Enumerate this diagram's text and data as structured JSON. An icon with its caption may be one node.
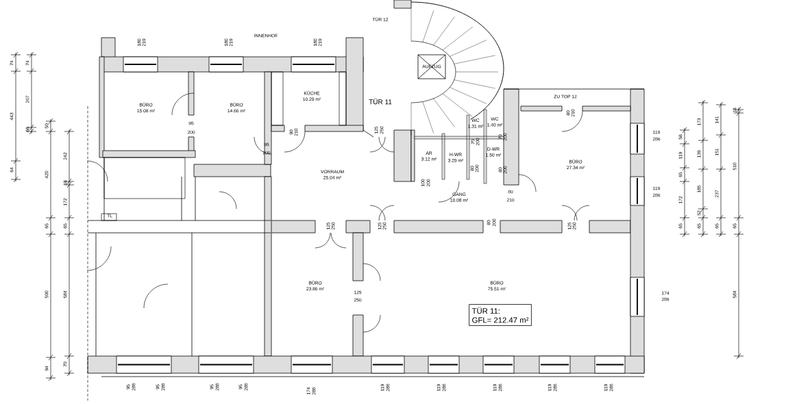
{
  "diagram": {
    "nodes": [
      {
        "text": [
          "BÜRO",
          "15.08 m²"
        ]
      },
      {
        "text": [
          "BÜRO",
          "14.66 m²"
        ]
      },
      {
        "text": [
          "KÜCHE",
          "10.29 m²"
        ]
      },
      {
        "text": [
          "AUFZUG"
        ]
      },
      {
        "text": [
          "VORRAUM",
          "25.04 m²"
        ]
      },
      {
        "text": [
          "AR",
          "3.12 m²"
        ]
      },
      {
        "text": [
          "H-WR",
          "3.29 m²"
        ]
      },
      {
        "text": [
          "WC",
          "1.31 m²"
        ]
      },
      {
        "text": [
          "WC",
          "1.40 m²"
        ]
      },
      {
        "text": [
          "D-WR",
          "1.50 m²"
        ]
      },
      {
        "text": [
          "GANG",
          "10.08 m²"
        ]
      },
      {
        "text": [
          "BÜRO",
          "27.34 m²"
        ]
      },
      {
        "text": [
          "BÜRO",
          "23.86 m²"
        ]
      },
      {
        "text": [
          "BÜRO",
          "75.51 m²"
        ]
      },
      {
        "text": [
          "TÜR 11:",
          "GFL= 212.47 m²"
        ]
      }
    ],
    "labels": [
      "INNENHOF",
      "180",
      "219",
      "180",
      "219",
      "180",
      "219",
      "TÜR 12",
      "TÜR 11",
      "95",
      "200",
      "95",
      "200",
      "90",
      "210",
      "125",
      "250",
      "70",
      "200",
      "70",
      "200",
      "100",
      "200",
      "80",
      "200",
      "80",
      "200",
      "ZU TOP 12",
      "80",
      "210",
      "80",
      "210",
      "125",
      "250",
      "125",
      "250",
      "80",
      "200",
      "125",
      "250",
      "125",
      "250",
      "119",
      "286",
      "119",
      "286",
      "174",
      "286",
      "95",
      "286",
      "95",
      "286",
      "95",
      "286",
      "95",
      "286",
      "174",
      "286",
      "119",
      "286",
      "119",
      "286",
      "119",
      "286",
      "119",
      "286",
      "119",
      "286",
      "74",
      "443",
      "64",
      "74",
      "267",
      "66",
      "50",
      "420",
      "65",
      "590",
      "94",
      "242",
      "18",
      "172",
      "65",
      "584",
      "70",
      "58",
      "119",
      "65",
      "172",
      "65",
      "173",
      "139",
      "185",
      "52",
      "65",
      "141",
      "151",
      "237",
      "65",
      "18",
      "510",
      "65",
      "584",
      "TL"
    ]
  }
}
